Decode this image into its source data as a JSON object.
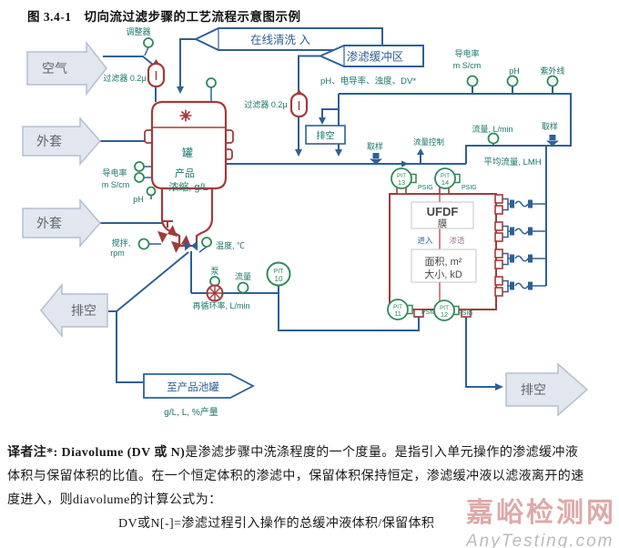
{
  "title": {
    "prefix": "图 3.4-1",
    "text": "切向流过滤步骤的工艺流程示意图示例"
  },
  "arrows": {
    "air": "空气",
    "jacket_top": "外套",
    "jacket_bottom": "外套",
    "vent_left": "排空",
    "vent_bottom": "排空",
    "to_product_tank": "至产品池罐",
    "product_tank_units": "g/L, L, %产量"
  },
  "callouts": {
    "cip_in": "在线清洗 入",
    "buffer": "渗滤缓冲区",
    "buffer_params": "pH、电导率、浊度、DV*"
  },
  "equipment": {
    "regulator": "调整器",
    "air_filter": "过滤器 0.2μ",
    "buffer_filter": "过滤器 0.2μ",
    "vent_box": "排空",
    "tank": "罐",
    "tank_line1": "产品",
    "tank_line2": "浓缩, g/L",
    "pump": "泵",
    "membrane_title": "UFDF",
    "membrane_sub": "膜",
    "membrane_in": "进入",
    "membrane_perm": "渗透",
    "membrane_area": "面积, m²",
    "membrane_size": "大小, kD"
  },
  "sensors": {
    "cond_left_1": "导电率",
    "cond_left_2": "m S/cm",
    "ph_left": "pH",
    "stir_1": "搅拌,",
    "stir_2": "rpm",
    "temp": "温度, ℃",
    "flow_pump": "流量",
    "recirc": "再循环率, L/min",
    "sampling_mid": "取样",
    "flow_control": "流量控制",
    "sampling_top": "取样",
    "flow_top": "流量, L/min",
    "cond_top_1": "导电率",
    "cond_top_2": "m S/cm",
    "ph_top": "pH",
    "uv": "紫外线",
    "avg_flux": "平均流量, LMH",
    "psig": "PSIG"
  },
  "gauges": {
    "pit10_l1": "PIT",
    "pit10_l2": "10",
    "pit11_l1": "PIT",
    "pit11_l2": "11",
    "pit12_l1": "PIT",
    "pit12_l2": "12",
    "pit13_l1": "PIT",
    "pit13_l2": "13",
    "pit14_l1": "PIT",
    "pit14_l2": "14"
  },
  "footnote": {
    "l1_bold": "译者注*: Diavolume (DV 或 N)",
    "l1_rest": "是渗滤步骤中洗涤程度的一个度量。是指引入单元操作的渗滤缓冲液",
    "l2": "体积与保留体积的比值。在一个恒定体积的渗滤中，保留体积保持恒定，渗滤缓冲液以滤液离开的速",
    "l3": "度进入，则diavolume的计算公式为：",
    "l4": "DV或N[-]=渗滤过程引入操作的总缓冲液体积/保留体积"
  },
  "watermark": {
    "cn": "嘉峪检测网",
    "en": "AnyTesting.com"
  },
  "colors": {
    "pipe": "#2e6096",
    "vessel_red": "#a23b3b",
    "sensor_green": "#2e8b57",
    "label_teal": "#17756a",
    "accent_blue": "#2e6096",
    "arrow_gray_fill": "#e2e6ee",
    "arrow_gray_border": "#b3bfd3"
  }
}
